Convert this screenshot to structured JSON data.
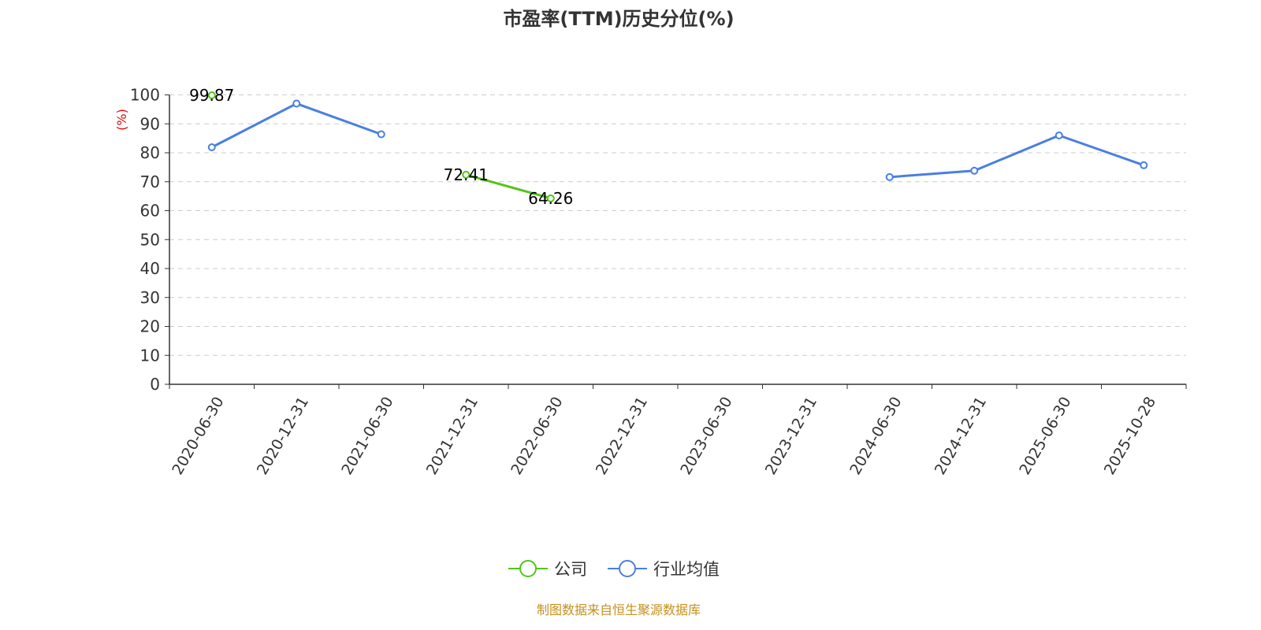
{
  "chart_data": {
    "type": "line",
    "title": "市盈率(TTM)历史分位(%)",
    "ylabel": "(%)",
    "xlabel": "",
    "ylim": [
      0,
      100
    ],
    "yticks": [
      0,
      10,
      20,
      30,
      40,
      50,
      60,
      70,
      80,
      90,
      100
    ],
    "grid": true,
    "categories": [
      "2020-06-30",
      "2020-12-31",
      "2021-06-30",
      "2021-12-31",
      "2022-06-30",
      "2022-12-31",
      "2023-06-30",
      "2023-12-31",
      "2024-06-30",
      "2024-12-31",
      "2025-06-30",
      "2025-10-28"
    ],
    "series": [
      {
        "name": "公司",
        "color": "#52c41a",
        "show_labels": true,
        "values": [
          99.87,
          null,
          null,
          72.41,
          64.26,
          null,
          null,
          null,
          null,
          null,
          null,
          null
        ]
      },
      {
        "name": "行业均值",
        "color": "#4a7fe0",
        "show_labels": false,
        "values": [
          81.9,
          97.0,
          86.4,
          null,
          null,
          null,
          null,
          null,
          71.6,
          73.8,
          86.0,
          75.7
        ]
      }
    ],
    "legend_position": "bottom-center"
  },
  "source": "制图数据来自恒生聚源数据库"
}
